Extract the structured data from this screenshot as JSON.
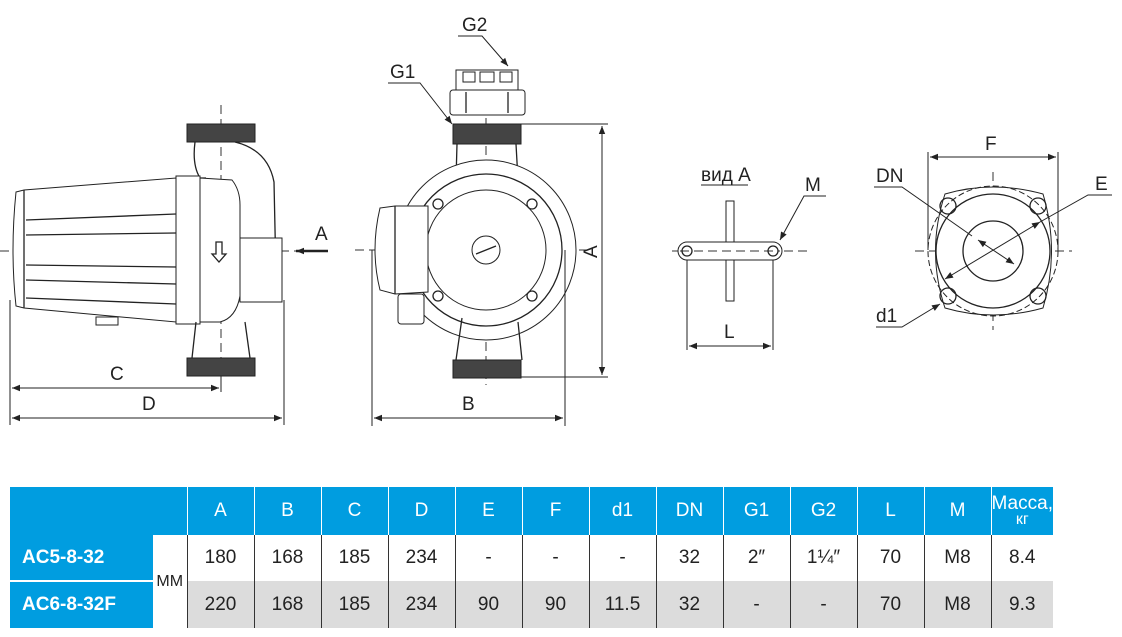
{
  "drawing": {
    "labels": {
      "g1": "G1",
      "g2": "G2",
      "a_arrow": "A",
      "a_dim": "A",
      "b_dim": "B",
      "c_dim": "C",
      "d_dim": "D",
      "view_a": "вид А",
      "m": "M",
      "l": "L",
      "f": "F",
      "dn": "DN",
      "e": "E",
      "d1": "d1"
    }
  },
  "table": {
    "headers": [
      "A",
      "B",
      "C",
      "D",
      "E",
      "F",
      "d1",
      "DN",
      "G1",
      "G2",
      "L",
      "M",
      "Масса,",
      "кг"
    ],
    "unit": "ММ",
    "rows": [
      {
        "model": "AC5-8-32",
        "values": [
          "180",
          "168",
          "185",
          "234",
          "-",
          "-",
          "-",
          "32",
          "2″",
          "1¼″",
          "70",
          "M8",
          "8.4"
        ]
      },
      {
        "model": "AC6-8-32F",
        "values": [
          "220",
          "168",
          "185",
          "234",
          "90",
          "90",
          "11.5",
          "32",
          "-",
          "-",
          "70",
          "M8",
          "9.3"
        ]
      }
    ]
  },
  "colors": {
    "header_blue": "#009de0",
    "row_gray": "#dcdcdc"
  }
}
